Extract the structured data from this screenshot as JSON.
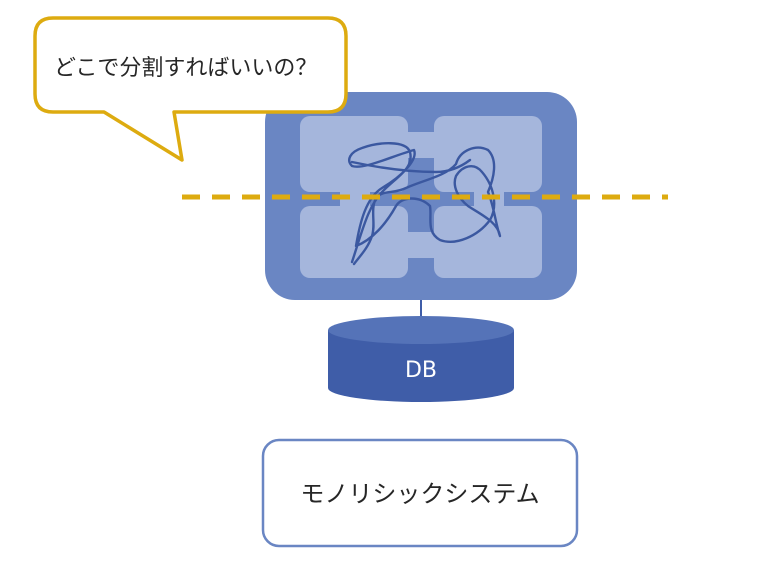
{
  "callout": {
    "text": "どこで分割すればいいの？"
  },
  "database": {
    "label": "DB"
  },
  "system": {
    "label": "モノリシックシステム"
  },
  "colors": {
    "callout_border": "#DDAB10",
    "split_line": "#DDAB10",
    "app_body": "#6A86C3",
    "module_tile": "#A5B6DC",
    "tangle_stroke": "#3B58A0",
    "db_side": "#3F5DA8",
    "db_top": "#4F6FB8",
    "system_box_border": "#6A86C3"
  }
}
